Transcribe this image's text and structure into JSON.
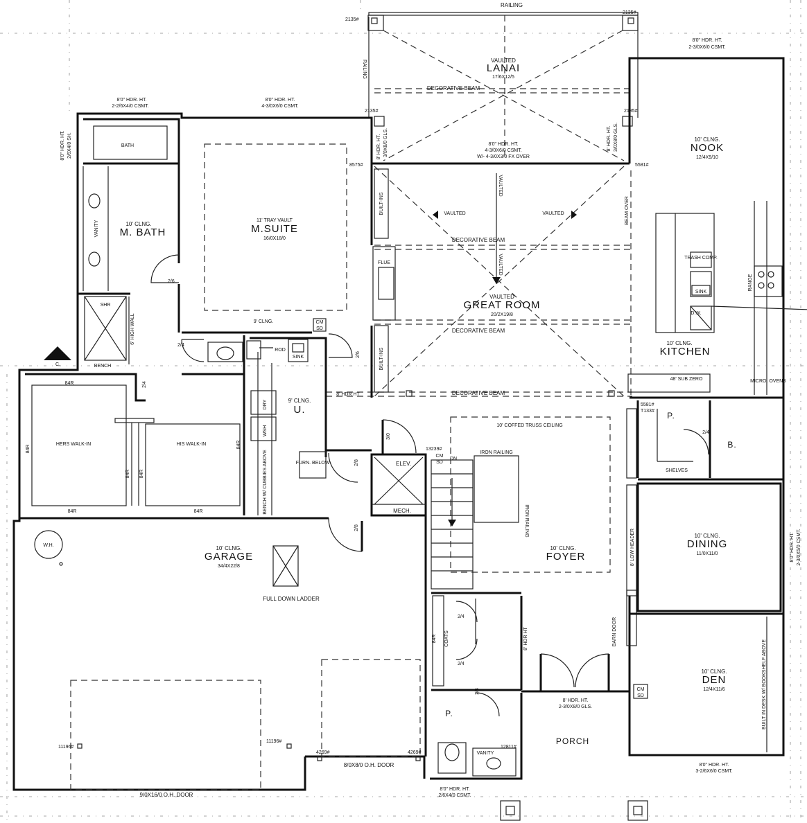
{
  "lanai": {
    "railing_top": "RAILING",
    "railing_side": "RAILING",
    "ceiling": "VAULTED",
    "name": "LANAI",
    "size": "17/6X12/5",
    "beam": "DECORATIVE BEAM",
    "pt_nw": "2135#",
    "pt_ne": "2135#",
    "pt_sw": "2135#",
    "pt_se": "2135#"
  },
  "nook": {
    "window_hdr": "8'0\" HDR. HT.",
    "window": "2-3/0X6/0 CSMT.",
    "ceiling": "10' CLNG.",
    "name": "NOOK",
    "size": "12/4X9/10"
  },
  "m_bath": {
    "window_hdr": "8'0\" HDR. HT.",
    "window": "2-2/6X4/0 CSMT.",
    "side_hdr": "8'0\" HDR. HT.",
    "side_window": "2/6X4/0 SH.",
    "bath": "BATH",
    "vanity": "VANITY",
    "ceiling": "10' CLNG.",
    "name": "M. BATH",
    "door": "2/6",
    "shower": "SHR",
    "bench": "BENCH",
    "wall": "6' HIGH WALL",
    "b": "B.",
    "c": "C."
  },
  "m_suite": {
    "window_hdr": "8'0\" HDR. HT.",
    "window": "4-3/0X6/0 CSMT.",
    "ceiling": "11' TRAY VAULT",
    "name": "M.SUITE",
    "size": "16/0X18/0",
    "ceiling2": "9' CLNG."
  },
  "great_room": {
    "window_hdr": "8'0\" HDR. HT.",
    "window": "4-3/0X6/0 CSMT.",
    "window_over": "W/- 4-3/0X3/0 FX OVER",
    "side_hdr_left": "8' HDR. HT.",
    "side_door_left": "3/0X8/0 GLS.",
    "side_hdr_right": "8' HDR. HT.",
    "side_door_right": "3/0X8/0 GLS.",
    "pt_left": "8575#",
    "pt_right": "5581#",
    "builtins": "BUILT-INS",
    "vaulted": "VAULTED",
    "beam_over": "BEAM OVER",
    "flue": "FLUE",
    "beam": "DECORATIVE BEAM",
    "ceiling": "VAULTED",
    "name": "GREAT ROOM",
    "size": "20/2X19/8"
  },
  "kitchen": {
    "trash": "TRASH COMP.",
    "sink": "SINK",
    "range": "RANGE",
    "dw": "D.W.",
    "ceiling": "10' CLNG.",
    "name": "KITCHEN",
    "fridge": "48' SUB ZERO",
    "micro": "MICRO. OVENS",
    "pt": "5581#",
    "pt2": "T133#"
  },
  "closets": {
    "hers": "HERS WALK-IN",
    "his": "HIS WALK-IN",
    "rod": "84R",
    "door_a": "2/4",
    "door_b": "2/4"
  },
  "laundry": {
    "rod": "ROD",
    "sink": "SINK",
    "ceiling": "9' CLNG.",
    "name": "U.",
    "dry": "DRY",
    "wash": "WSH",
    "bench": "BENCH W/ CUBBIES ABOVE",
    "cm": "CM",
    "sd": "SD",
    "door": "2/6",
    "hdr": "8' HDR HT"
  },
  "core": {
    "furnace": "FURN. BELOW",
    "door1": "2/8",
    "door2": "3/0",
    "elev": "ELEV.",
    "mech": "MECH.",
    "door3": "2/8",
    "pt": "13239#",
    "cm": "CM",
    "sd": "SD",
    "dn": "DN"
  },
  "foyer": {
    "ceiling_note": "10' COFFED TRUSS CEILING",
    "iron_top": "IRON RAILING",
    "iron_side": "IRON RAILING",
    "ceiling": "10' CLNG.",
    "name": "FOYER",
    "coats": "COATS",
    "rod": "84R",
    "door_a": "2/4",
    "door_b": "2/4",
    "door_c": "2/4",
    "hdr_side": "8' HDR HT",
    "entry_hdr": "8' HDR. HT.",
    "entry": "2-3/0X8/0 GLS.",
    "barn": "BARN DOOR",
    "powder": "P.",
    "vanity": "VANITY",
    "pt": "12811#",
    "porch": "PORCH",
    "powder_hdr": "8'0\" HDR. HT.",
    "powder_window": "2/6X4/0 CSMT."
  },
  "pantry": {
    "name": "P.",
    "door": "2/4",
    "shelves": "SHELVES",
    "bath": "B."
  },
  "dining": {
    "ceiling": "10' CLNG.",
    "name": "DINING",
    "size": "11/0X11/0",
    "low_header": "8' LOW HEADER",
    "side_hdr": "8'0\" HDR. HT.",
    "side_window": "2-3/0X5/0 CSMT."
  },
  "den": {
    "ceiling": "10' CLNG.",
    "name": "DEN",
    "size": "12/4X11/6",
    "desk": "BUILT IN DESK W/ BOOKSHELF ABOVE",
    "cm": "CM",
    "sd": "SD",
    "window_hdr": "8'0\" HDR. HT.",
    "window": "3-2/6X6/0 CSMT."
  },
  "garage": {
    "wh": "W.H.",
    "ceiling": "10' CLNG.",
    "name": "GARAGE",
    "size": "34/4X22/8",
    "ladder": "FULL DOWN LADDER",
    "pt_left": "11196#",
    "pt_mid": "11196#",
    "pt_a": "4269#",
    "pt_b": "4269#",
    "door_small": "8/0X8/0 O.H. DOOR",
    "door_large": "9/0X16/0 O.H. DOOR"
  }
}
